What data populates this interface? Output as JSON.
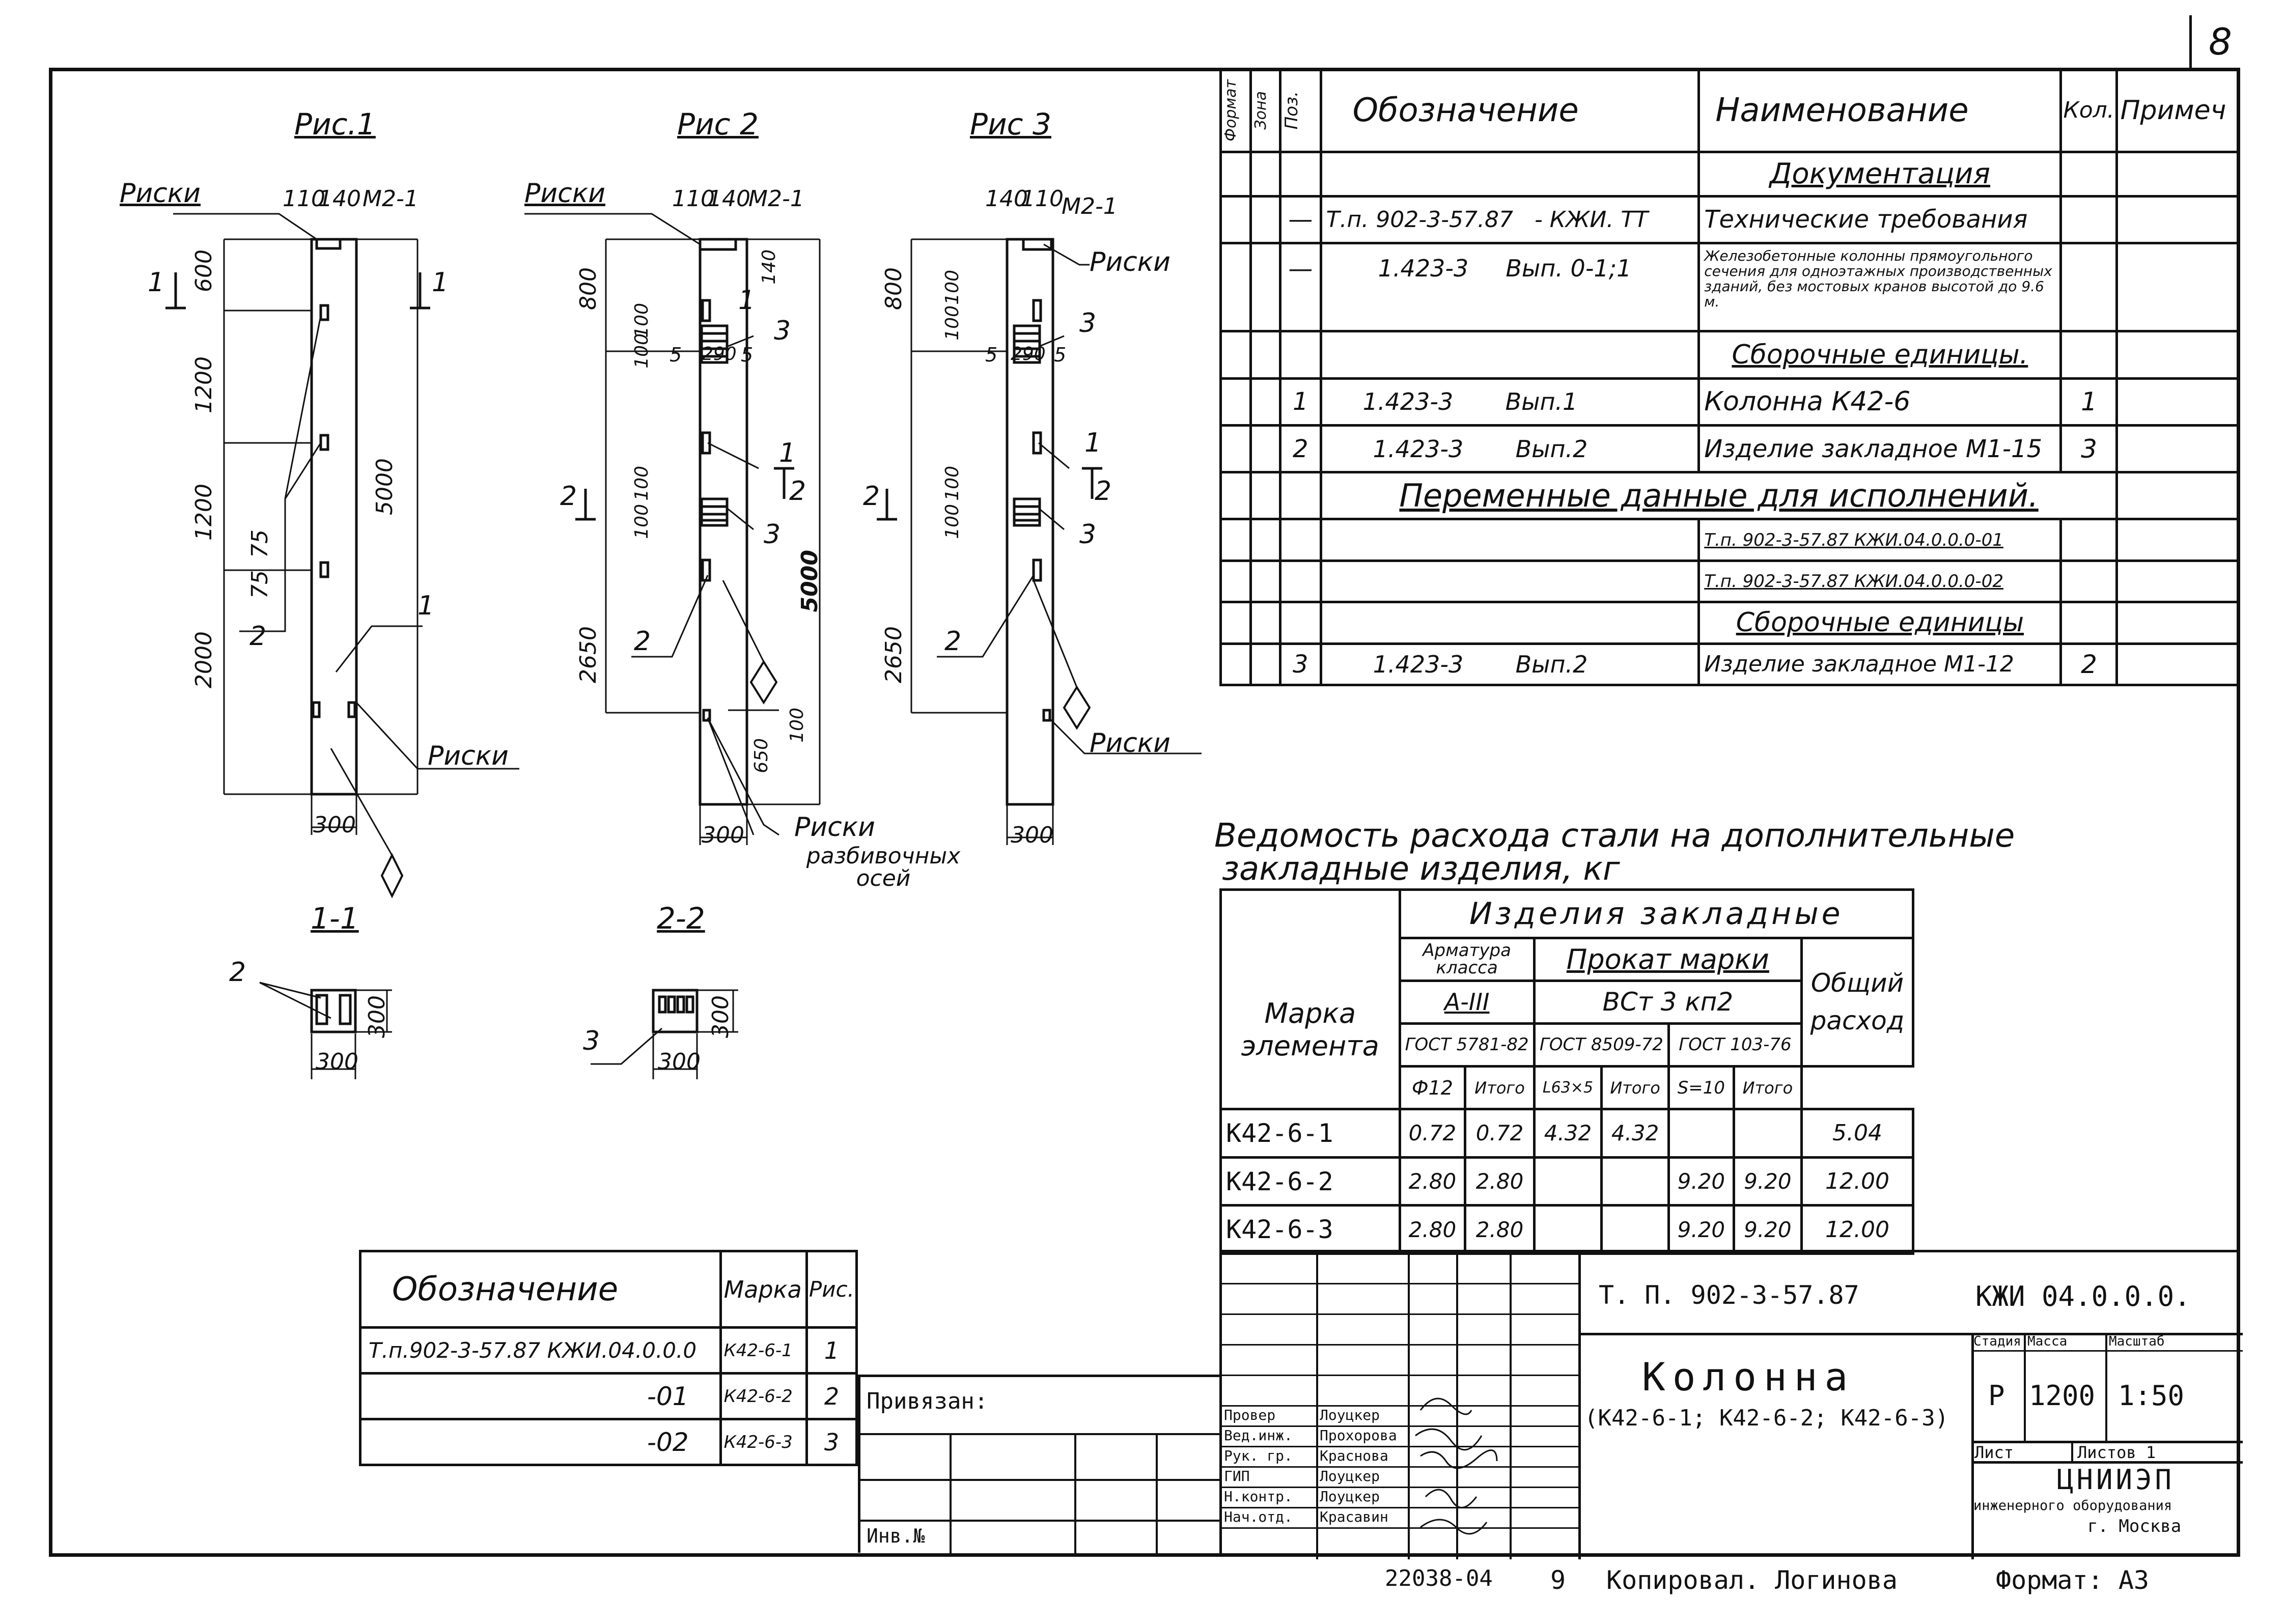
{
  "sheet_number": "8",
  "figures": {
    "fig1": {
      "title": "Рис.1",
      "risk_top": "Риски",
      "risk_bottom": "Риски",
      "dims_top": [
        "110",
        "140",
        "М2-1"
      ],
      "dims_left": [
        "600",
        "1200",
        "1200",
        "2000"
      ],
      "dims_75": [
        "75",
        "75"
      ],
      "dim_total": "5000",
      "dim_bottom": "300",
      "callouts": [
        "1",
        "2"
      ],
      "section_mark": "1"
    },
    "fig2": {
      "title": "Рис 2",
      "risk_top": "Риски",
      "risk_bottom": "Риски",
      "risk_axes": "разбивочных осей",
      "dims_top": [
        "110",
        "140",
        "М2-1"
      ],
      "dims_left": [
        "800",
        "2650"
      ],
      "dims_small": [
        "100",
        "100",
        "100",
        "100",
        "5",
        "290",
        "5",
        "140",
        "100",
        "650"
      ],
      "dim_total": "5000",
      "dim_bottom": "300",
      "callouts": [
        "1",
        "2",
        "3",
        "3",
        "1",
        "2"
      ],
      "section_mark": "2"
    },
    "fig3": {
      "title": "Рис 3",
      "risk_top": "Риски",
      "risk_bottom": "Риски",
      "dims_top": [
        "140",
        "110",
        "М2-1"
      ],
      "dims_left": [
        "800",
        "2650"
      ],
      "dims_small": [
        "100",
        "100",
        "100",
        "100",
        "5",
        "290",
        "5"
      ],
      "dim_bottom": "300",
      "callouts": [
        "3",
        "1",
        "2",
        "3",
        "2"
      ],
      "section_mark": "2"
    },
    "sec11": {
      "title": "1-1",
      "dims": [
        "300",
        "300"
      ],
      "callout": "2"
    },
    "sec22": {
      "title": "2-2",
      "dims": [
        "300",
        "300"
      ],
      "callout": "3"
    }
  },
  "spec": {
    "headers": [
      "Формат",
      "Зона",
      "Поз.",
      "Обозначение",
      "Наименование",
      "Кол.",
      "Примеч"
    ],
    "rows": [
      {
        "poz": "",
        "oboz": "",
        "oboz2": "",
        "name": "Документация",
        "kol": "",
        "heading": true
      },
      {
        "poz": "—",
        "oboz": "Т.п. 902-3-57.87",
        "oboz2": "- КЖИ. ТТ",
        "name": "Технические требования",
        "kol": ""
      },
      {
        "poz": "—",
        "oboz": "1.423-3",
        "oboz2": "Вып. 0-1;1",
        "name": "Железобетонные колонны прямоугольного сечения для одноэтажных производственных зданий, без мостовых кранов высотой до 9.6 м.",
        "kol": "",
        "small": true
      },
      {
        "poz": "",
        "oboz": "",
        "oboz2": "",
        "name": "Сборочные единицы.",
        "kol": "",
        "heading": true
      },
      {
        "poz": "1",
        "oboz": "1.423-3",
        "oboz2": "Вып.1",
        "name": "Колонна К42-6",
        "kol": "1"
      },
      {
        "poz": "2",
        "oboz": "1.423-3",
        "oboz2": "Вып.2",
        "name": "Изделие закладное М1-15",
        "kol": "3"
      },
      {
        "poz": "",
        "oboz": "",
        "oboz2": "",
        "name": "Переменные данные для исполнений.",
        "kol": "",
        "wide": true
      },
      {
        "poz": "",
        "oboz": "",
        "oboz2": "",
        "name": "Т.п. 902-3-57.87 КЖИ.04.0.0.0-01",
        "kol": "",
        "under": true
      },
      {
        "poz": "",
        "oboz": "",
        "oboz2": "",
        "name": "Т.п. 902-3-57.87 КЖИ.04.0.0.0-02",
        "kol": "",
        "under": true
      },
      {
        "poz": "",
        "oboz": "",
        "oboz2": "",
        "name": "Сборочные единицы",
        "kol": "",
        "heading": true
      },
      {
        "poz": "3",
        "oboz": "1.423-3",
        "oboz2": "Вып.2",
        "name": "Изделие закладное М1-12",
        "kol": "2"
      }
    ]
  },
  "steel": {
    "title_line1": "Ведомость расхода стали на дополнительные",
    "title_line2": "закладные изделия, кг",
    "h_group": "Изделия закладные",
    "h_mark": "Марка элемента",
    "h_armatura": "Арматура класса",
    "h_a3": "А-III",
    "h_gost1": "ГОСТ 5781-82",
    "h_prokat": "Прокат марки",
    "h_vst": "ВСт 3 кп2",
    "h_gost2": "ГОСТ 8509-72",
    "h_gost3": "ГОСТ 103-76",
    "h_total": "Общий расход",
    "h_sub": [
      "Ф12",
      "Итого",
      "L63×5",
      "Итого",
      "S=10",
      "Итого"
    ],
    "rows": [
      {
        "mark": "К42-6-1",
        "v": [
          "0.72",
          "0.72",
          "4.32",
          "4.32",
          "",
          ""
        ],
        "total": "5.04"
      },
      {
        "mark": "К42-6-2",
        "v": [
          "2.80",
          "2.80",
          "",
          "",
          "9.20",
          "9.20"
        ],
        "total": "12.00"
      },
      {
        "mark": "К42-6-3",
        "v": [
          "2.80",
          "2.80",
          "",
          "",
          "9.20",
          "9.20"
        ],
        "total": "12.00"
      }
    ]
  },
  "variants": {
    "headers": [
      "Обозначение",
      "Марка",
      "Рис."
    ],
    "rows": [
      {
        "oboz": "Т.п.902-3-57.87 КЖИ.04.0.0.0",
        "mark": "К42-6-1",
        "fig": "1"
      },
      {
        "oboz": "-01",
        "mark": "К42-6-2",
        "fig": "2"
      },
      {
        "oboz": "-02",
        "mark": "К42-6-3",
        "fig": "3"
      }
    ]
  },
  "binding": {
    "label": "Привязан:",
    "inv": "Инв.№"
  },
  "title_block": {
    "code": "Т. П. 902-3-57.87",
    "doc": "КЖИ 04.0.0.0.",
    "name": "Колонна",
    "name_sub": "(К42-6-1; К42-6-2; К42-6-3)",
    "stage_h": "Стадия",
    "mass_h": "Масса",
    "scale_h": "Масштаб",
    "stage": "Р",
    "mass": "1200",
    "scale": "1:50",
    "sheet": "Лист",
    "sheets": "Листов 1",
    "org1": "ЦНИИЭП",
    "org2": "инженерного оборудования",
    "org3": "г. Москва",
    "people": [
      {
        "role": "Провер",
        "name": "Лоуцкер"
      },
      {
        "role": "Вед.инж.",
        "name": "Прохорова"
      },
      {
        "role": "Рук. гр.",
        "name": "Краснова"
      },
      {
        "role": "ГИП",
        "name": "Лоуцкер"
      },
      {
        "role": "Н.контр.",
        "name": "Лоуцкер"
      },
      {
        "role": "Нач.отд.",
        "name": "Красавин"
      }
    ]
  },
  "footer": {
    "number": "22038-04",
    "page": "9",
    "copied": "Копировал. Логинова",
    "format": "Формат: А3"
  }
}
